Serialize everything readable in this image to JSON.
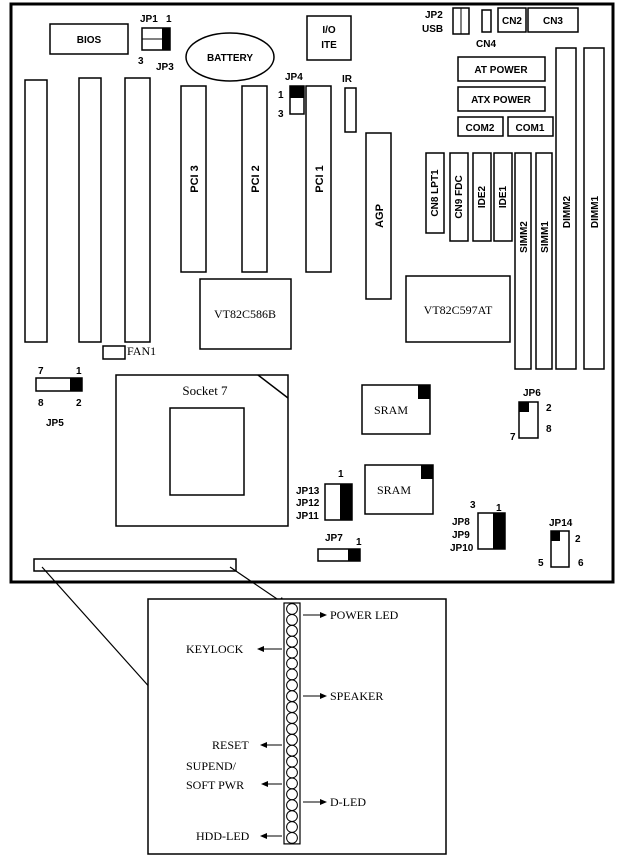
{
  "board": {
    "bios": "BIOS",
    "jp1": "JP1",
    "jp1_pin1": "1",
    "jp1_pin3": "3",
    "jp3": "JP3",
    "battery": "BATTERY",
    "io_line1": "I/O",
    "io_line2": "ITE",
    "jp2": "JP2",
    "usb": "USB",
    "cn2": "CN2",
    "cn3": "CN3",
    "cn4": "CN4",
    "at_power": "AT POWER",
    "atx_power": "ATX POWER",
    "com2": "COM2",
    "com1": "COM1",
    "jp4": "JP4",
    "jp4_pin1": "1",
    "jp4_pin3": "3",
    "ir": "IR",
    "pci3": "PCI 3",
    "pci2": "PCI 2",
    "pci1": "PCI 1",
    "agp": "AGP",
    "cn8": "CN8 LPT1",
    "cn9": "CN9 FDC",
    "ide2": "IDE2",
    "ide1": "IDE1",
    "simm2": "SIMM2",
    "simm1": "SIMM1",
    "dimm2": "DIMM2",
    "dimm1": "DIMM1",
    "vt586": "VT82C586B",
    "vt597": "VT82C597AT",
    "fan1": "FAN1",
    "jp5": "JP5",
    "jp5_pin7": "7",
    "jp5_pin1": "1",
    "jp5_pin8": "8",
    "jp5_pin2": "2",
    "socket7": "Socket 7",
    "sram": "SRAM",
    "jp6": "JP6",
    "jp6_pin2": "2",
    "jp6_pin7": "7",
    "jp6_pin8": "8",
    "jp13": "JP13",
    "jp12": "JP12",
    "jp11": "JP11",
    "jp13_pin1": "1",
    "jp7": "JP7",
    "jp7_pin1": "1",
    "jp8": "JP8",
    "jp9": "JP9",
    "jp10": "JP10",
    "jp8_pin3": "3",
    "jp8_pin1": "1",
    "jp14": "JP14",
    "jp14_pin2": "2",
    "jp14_pin5": "5",
    "jp14_pin6": "6"
  },
  "panel": {
    "power_led": "POWER LED",
    "keylock": "KEYLOCK",
    "speaker": "SPEAKER",
    "reset": "RESET",
    "suspend_line1": "SUPEND/",
    "suspend_line2": "SOFT PWR",
    "d_led": "D-LED",
    "hdd_led": "HDD-LED"
  }
}
